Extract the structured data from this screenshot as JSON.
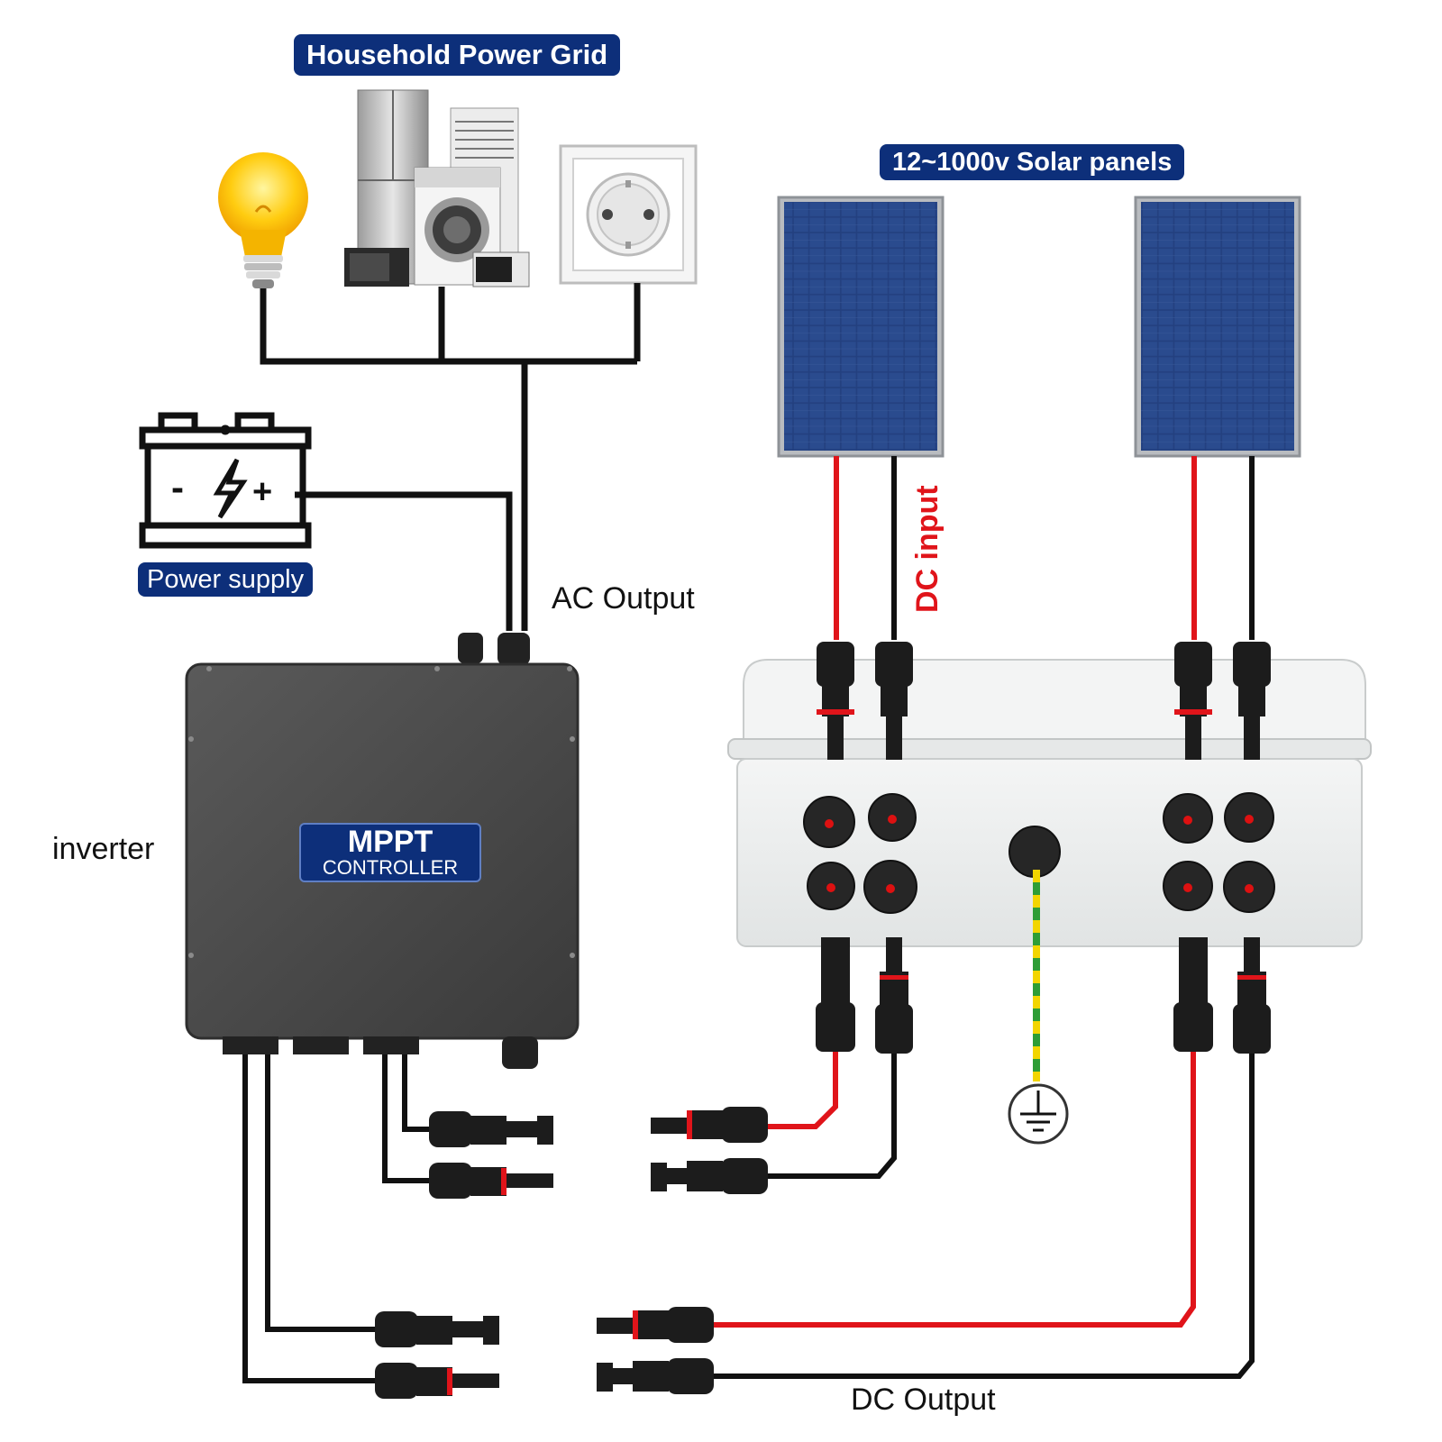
{
  "labels": {
    "household_grid": "Household Power Grid",
    "solar_panels": "12~1000v Solar panels",
    "power_supply": "Power supply",
    "ac_output": "AC Output",
    "dc_input": "DC input",
    "inverter": "inverter",
    "dc_output": "DC Output"
  },
  "controller_badge": {
    "line1": "MPPT",
    "line2": "CONTROLLER"
  },
  "battery_symbols": {
    "minus": "-",
    "plus": "+"
  },
  "colors": {
    "label_bg": "#0d2f7a",
    "positive_wire": "#e0141a",
    "negative_wire": "#111111",
    "ground_wire_green": "#2e9d36",
    "ground_wire_yellow": "#f2d500",
    "inverter_body": "#4b4b4b",
    "combiner_box": "#eceeee",
    "solar_cell": "#1f3b7c"
  },
  "icons": [
    "light-bulb-icon",
    "appliances-icon",
    "wall-socket-icon",
    "battery-icon",
    "solar-panel-icon",
    "mc4-connector-icon",
    "ground-symbol-icon"
  ]
}
